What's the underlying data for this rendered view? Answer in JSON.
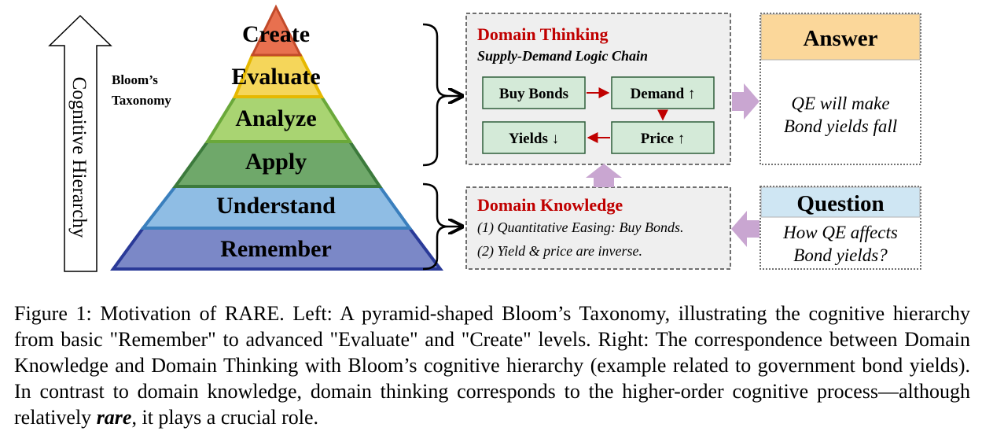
{
  "pyramid": {
    "axis_label": "Cognitive Hierarchy",
    "taxonomy_label_line1": "Bloom’s",
    "taxonomy_label_line2": "Taxonomy",
    "levels": {
      "create": "Create",
      "evaluate": "Evaluate",
      "analyze": "Analyze",
      "apply": "Apply",
      "understand": "Understand",
      "remember": "Remember"
    },
    "colors": {
      "create": "#e8704f",
      "evaluate": "#f5d65a",
      "analyze": "#a9d472",
      "apply": "#6fa86a",
      "understand": "#8fbde4",
      "remember": "#7b88c7"
    }
  },
  "domain_thinking": {
    "title": "Domain Thinking",
    "subtitle": "Supply-Demand Logic Chain",
    "nodes": {
      "buy_bonds": "Buy Bonds",
      "demand": "Demand ↑",
      "price": "Price ↑",
      "yields": "Yields ↓"
    }
  },
  "domain_knowledge": {
    "title": "Domain Knowledge",
    "item1": "(1) Quantitative Easing: Buy Bonds.",
    "item2": "(2) Yield & price are inverse."
  },
  "answer": {
    "header": "Answer",
    "line1": "QE will make",
    "line2": "Bond yields fall"
  },
  "question": {
    "header": "Question",
    "line1": "How QE affects",
    "line2": "Bond yields?"
  },
  "caption": {
    "part1": "Figure 1: Motivation of RARE. Left: A pyramid-shaped Bloom’s Taxonomy, illustrating the cognitive hierarchy from basic \"Remember\" to advanced \"Evaluate\" and \"Create\" levels. Right: The correspondence between Domain Knowledge and Domain Thinking with Bloom’s cognitive hierarchy (example related to government bond yields). In contrast to domain knowledge, domain thinking corresponds to the higher-order cognitive process—although relatively ",
    "emph": "rare",
    "part2": ", it plays a crucial role."
  },
  "accent_colors": {
    "title_red": "#c00000",
    "node_fill": "#d4ead8",
    "node_border": "#2f5e3a",
    "panel_fill": "#efefef",
    "answer_header": "#fbd79a",
    "question_header": "#cfe6f3",
    "purple_arrow": "#c9a6d1"
  }
}
